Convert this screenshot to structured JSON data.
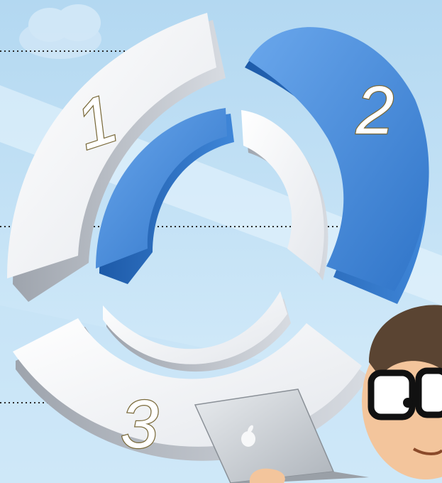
{
  "diagram": {
    "segments": [
      {
        "label": "1",
        "color": "#f2f3f5"
      },
      {
        "label": "2",
        "color": "#3f86d8"
      },
      {
        "label": "3",
        "color": "#f2f3f5"
      }
    ],
    "inner_segments": [
      {
        "color": "#3f86d8"
      },
      {
        "color": "#f2f3f5"
      },
      {
        "color": "#f2f3f5"
      }
    ],
    "leader_lines": 3
  },
  "colors": {
    "background_top": "#b9dcf2",
    "background_bottom": "#d6ecfa",
    "accent_blue": "#3f86d8",
    "segment_white": "#f2f3f5",
    "leader_dot": "#2b2b2b"
  },
  "icons": {
    "cloud": "cloud-icon",
    "person": "person-with-laptop-illustration",
    "laptop_logo": "apple-logo-icon"
  }
}
